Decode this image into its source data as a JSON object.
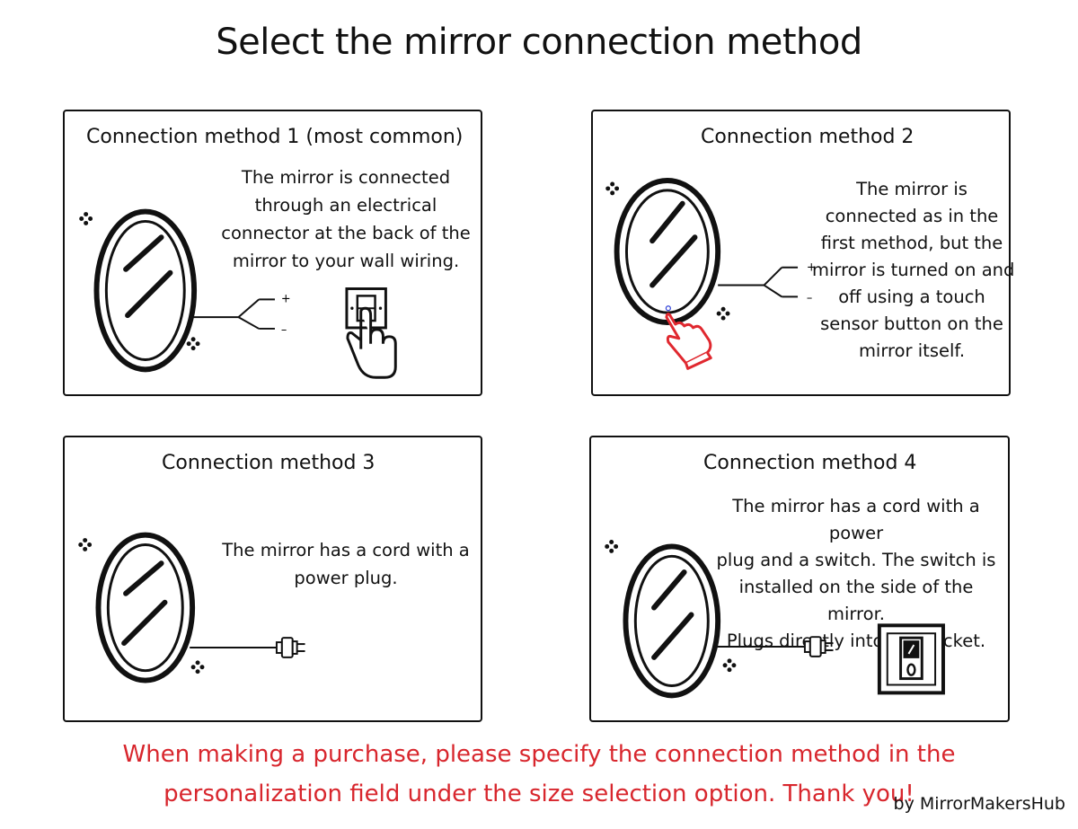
{
  "page": {
    "title": "Select the mirror connection method"
  },
  "methods": [
    {
      "title": "Connection method 1 (most common)",
      "description": [
        "The mirror is connected",
        "through an electrical",
        "connector at the back of the",
        "mirror to your wall wiring."
      ],
      "plus": "+",
      "minus": "–",
      "icons": [
        "oval-mirror-icon",
        "wires-icon",
        "wall-switch-hand-icon",
        "sparkle-icon"
      ]
    },
    {
      "title": "Connection method 2",
      "description": [
        "The mirror is",
        "connected as in the",
        "first method, but the",
        "mirror is turned on and",
        "off using a touch",
        "sensor button on the",
        "mirror itself."
      ],
      "plus": "+",
      "minus": "–",
      "icons": [
        "oval-mirror-icon",
        "wires-icon",
        "touch-hand-icon",
        "sparkle-icon"
      ],
      "accent_color": "#e0282f"
    },
    {
      "title": "Connection method 3",
      "description": [
        "The mirror has a cord with a",
        "power plug."
      ],
      "icons": [
        "oval-mirror-icon",
        "power-plug-icon",
        "sparkle-icon"
      ]
    },
    {
      "title": "Connection method 4",
      "description": [
        "The mirror has a cord with a power",
        "plug and a switch. The switch is",
        "installed on the side of the mirror.",
        "Plugs directly into the socket."
      ],
      "icons": [
        "oval-mirror-icon",
        "power-plug-icon",
        "rocker-switch-icon",
        "sparkle-icon"
      ]
    }
  ],
  "footer": {
    "lines": [
      "When making a purchase, please specify the connection method in the",
      "personalization field under the size selection option. Thank you!"
    ],
    "color": "#d8262d",
    "byline": "by MirrorMakersHub"
  }
}
